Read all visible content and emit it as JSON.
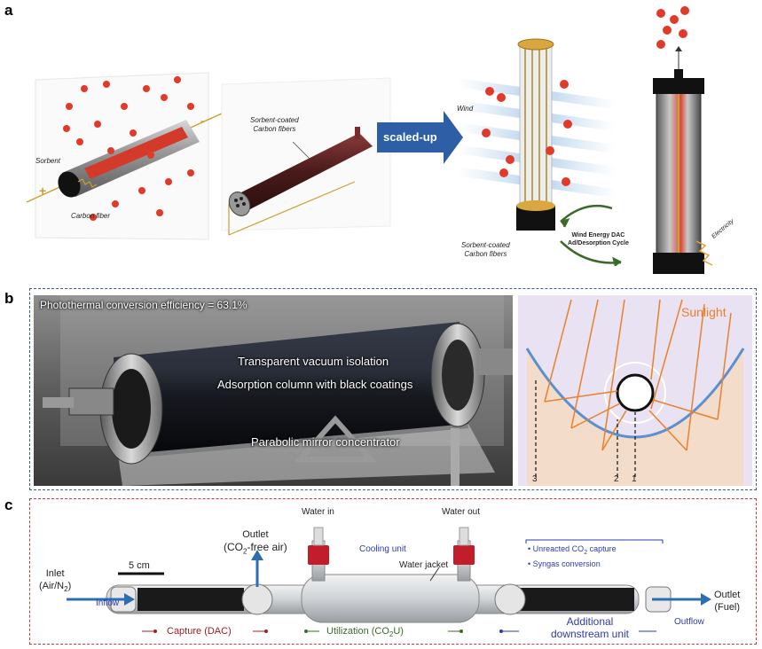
{
  "panels": {
    "a": "a",
    "b": "b",
    "c": "c"
  },
  "panel_a": {
    "sorbent": "Sorbent",
    "carbon_fiber": "Carbon fiber",
    "plus": "+",
    "minus": "-",
    "sorbent_coated_top": "Sorbent-coated",
    "carbon_fibers_top": "Carbon fibers",
    "scaled_up": "scaled-up",
    "wind": "Wind",
    "sorbent_coated_bottom": "Sorbent-coated",
    "carbon_fibers_bottom": "Carbon fibers",
    "cycle_line1": "Wind Energy DAC",
    "cycle_line2": "Ad/Desorption Cycle",
    "electricity": "Electricity"
  },
  "panel_b": {
    "efficiency": "Photothermal conversion efficiency = 63.1%",
    "vacuum": "Transparent vacuum isolation",
    "adsorption": "Adsorption column with black coatings",
    "mirror": "Parabolic mirror concentrator",
    "sunlight": "Sunlight",
    "n1": "1",
    "n2": "2",
    "n3": "3"
  },
  "panel_c": {
    "water_in": "Water in",
    "water_out": "Water out",
    "outlet_line1": "Outlet",
    "outlet_line2_pre": "(CO",
    "outlet_sub": "2",
    "outlet_line2_post": "-free air)",
    "cooling": "Cooling unit",
    "water_jacket": "Water jacket",
    "scale": "5 cm",
    "inlet_line1": "Inlet",
    "inlet_line2_pre": "(Air/N",
    "inlet_sub": "2",
    "inlet_line2_post": ")",
    "inflow": "Inflow",
    "capture": "Capture (DAC)",
    "utilization_pre": "Utilization (CO",
    "utilization_sub": "2",
    "utilization_post": "U)",
    "bullet1_pre": "• Unreacted CO",
    "bullet1_sub": "2",
    "bullet1_post": " capture",
    "bullet2": "• Syngas conversion",
    "additional1": "Additional",
    "additional2": "downstream unit",
    "outflow": "Outflow",
    "outlet_right1": "Outlet",
    "outlet_right2": "(Fuel)"
  },
  "colors": {
    "blue_dash": "#3a5a9a",
    "red_dash": "#d9382e",
    "arrow_blue": "#2f6db3",
    "orange": "#e9812a",
    "green": "#3a6b2a",
    "dark_red": "#a32020"
  }
}
